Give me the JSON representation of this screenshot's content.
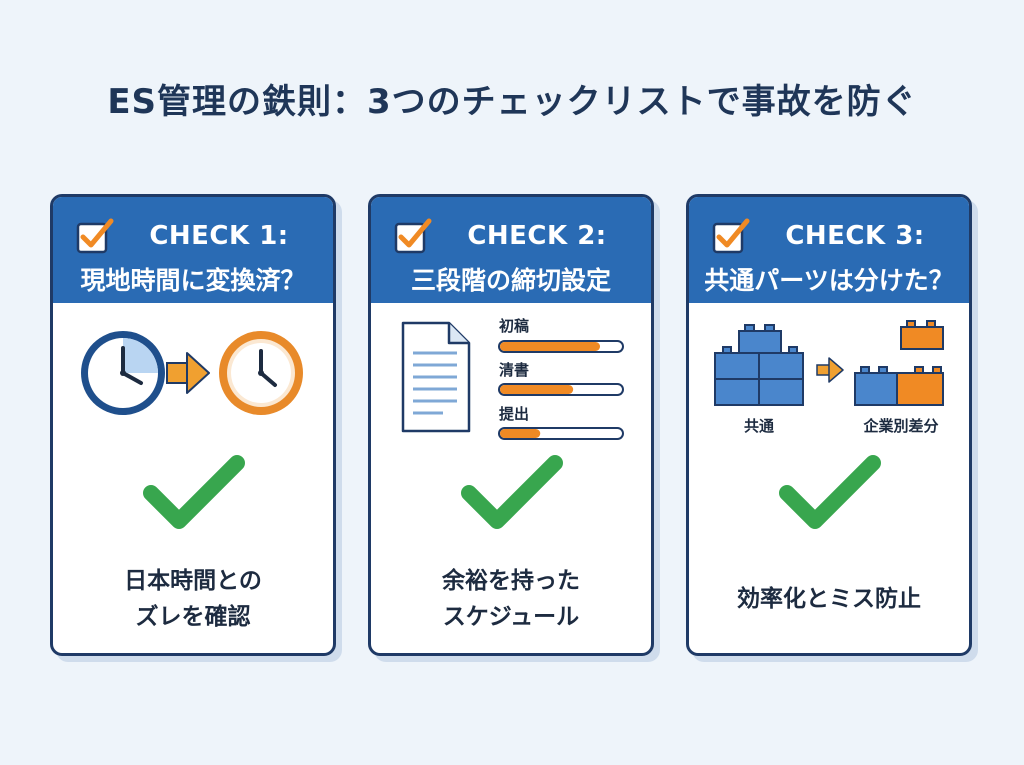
{
  "title": "ES管理の鉄則：3つのチェックリストで事故を防ぐ",
  "cards": [
    {
      "check_label": "CHECK 1:",
      "heading": "現地時間に変換済？",
      "result_lines": [
        "日本時間との",
        "ズレを確認"
      ]
    },
    {
      "check_label": "CHECK 2:",
      "heading": "三段階の締切設定",
      "stages": [
        {
          "label": "初稿",
          "progress": 0.82
        },
        {
          "label": "清書",
          "progress": 0.6
        },
        {
          "label": "提出",
          "progress": 0.33
        }
      ],
      "result_lines": [
        "余裕を持った",
        "スケジュール"
      ]
    },
    {
      "check_label": "CHECK 3:",
      "heading": "共通パーツは分けた？",
      "blocks": {
        "left_label": "共通",
        "right_label": "企業別差分"
      },
      "result_lines": [
        "効率化とミス防止"
      ]
    }
  ],
  "colors": {
    "header_blue": "#2a6bb4",
    "border_navy": "#1f3a66",
    "accent_orange": "#f08a24",
    "check_green": "#38a64e",
    "block_blue": "#4a86cc"
  }
}
